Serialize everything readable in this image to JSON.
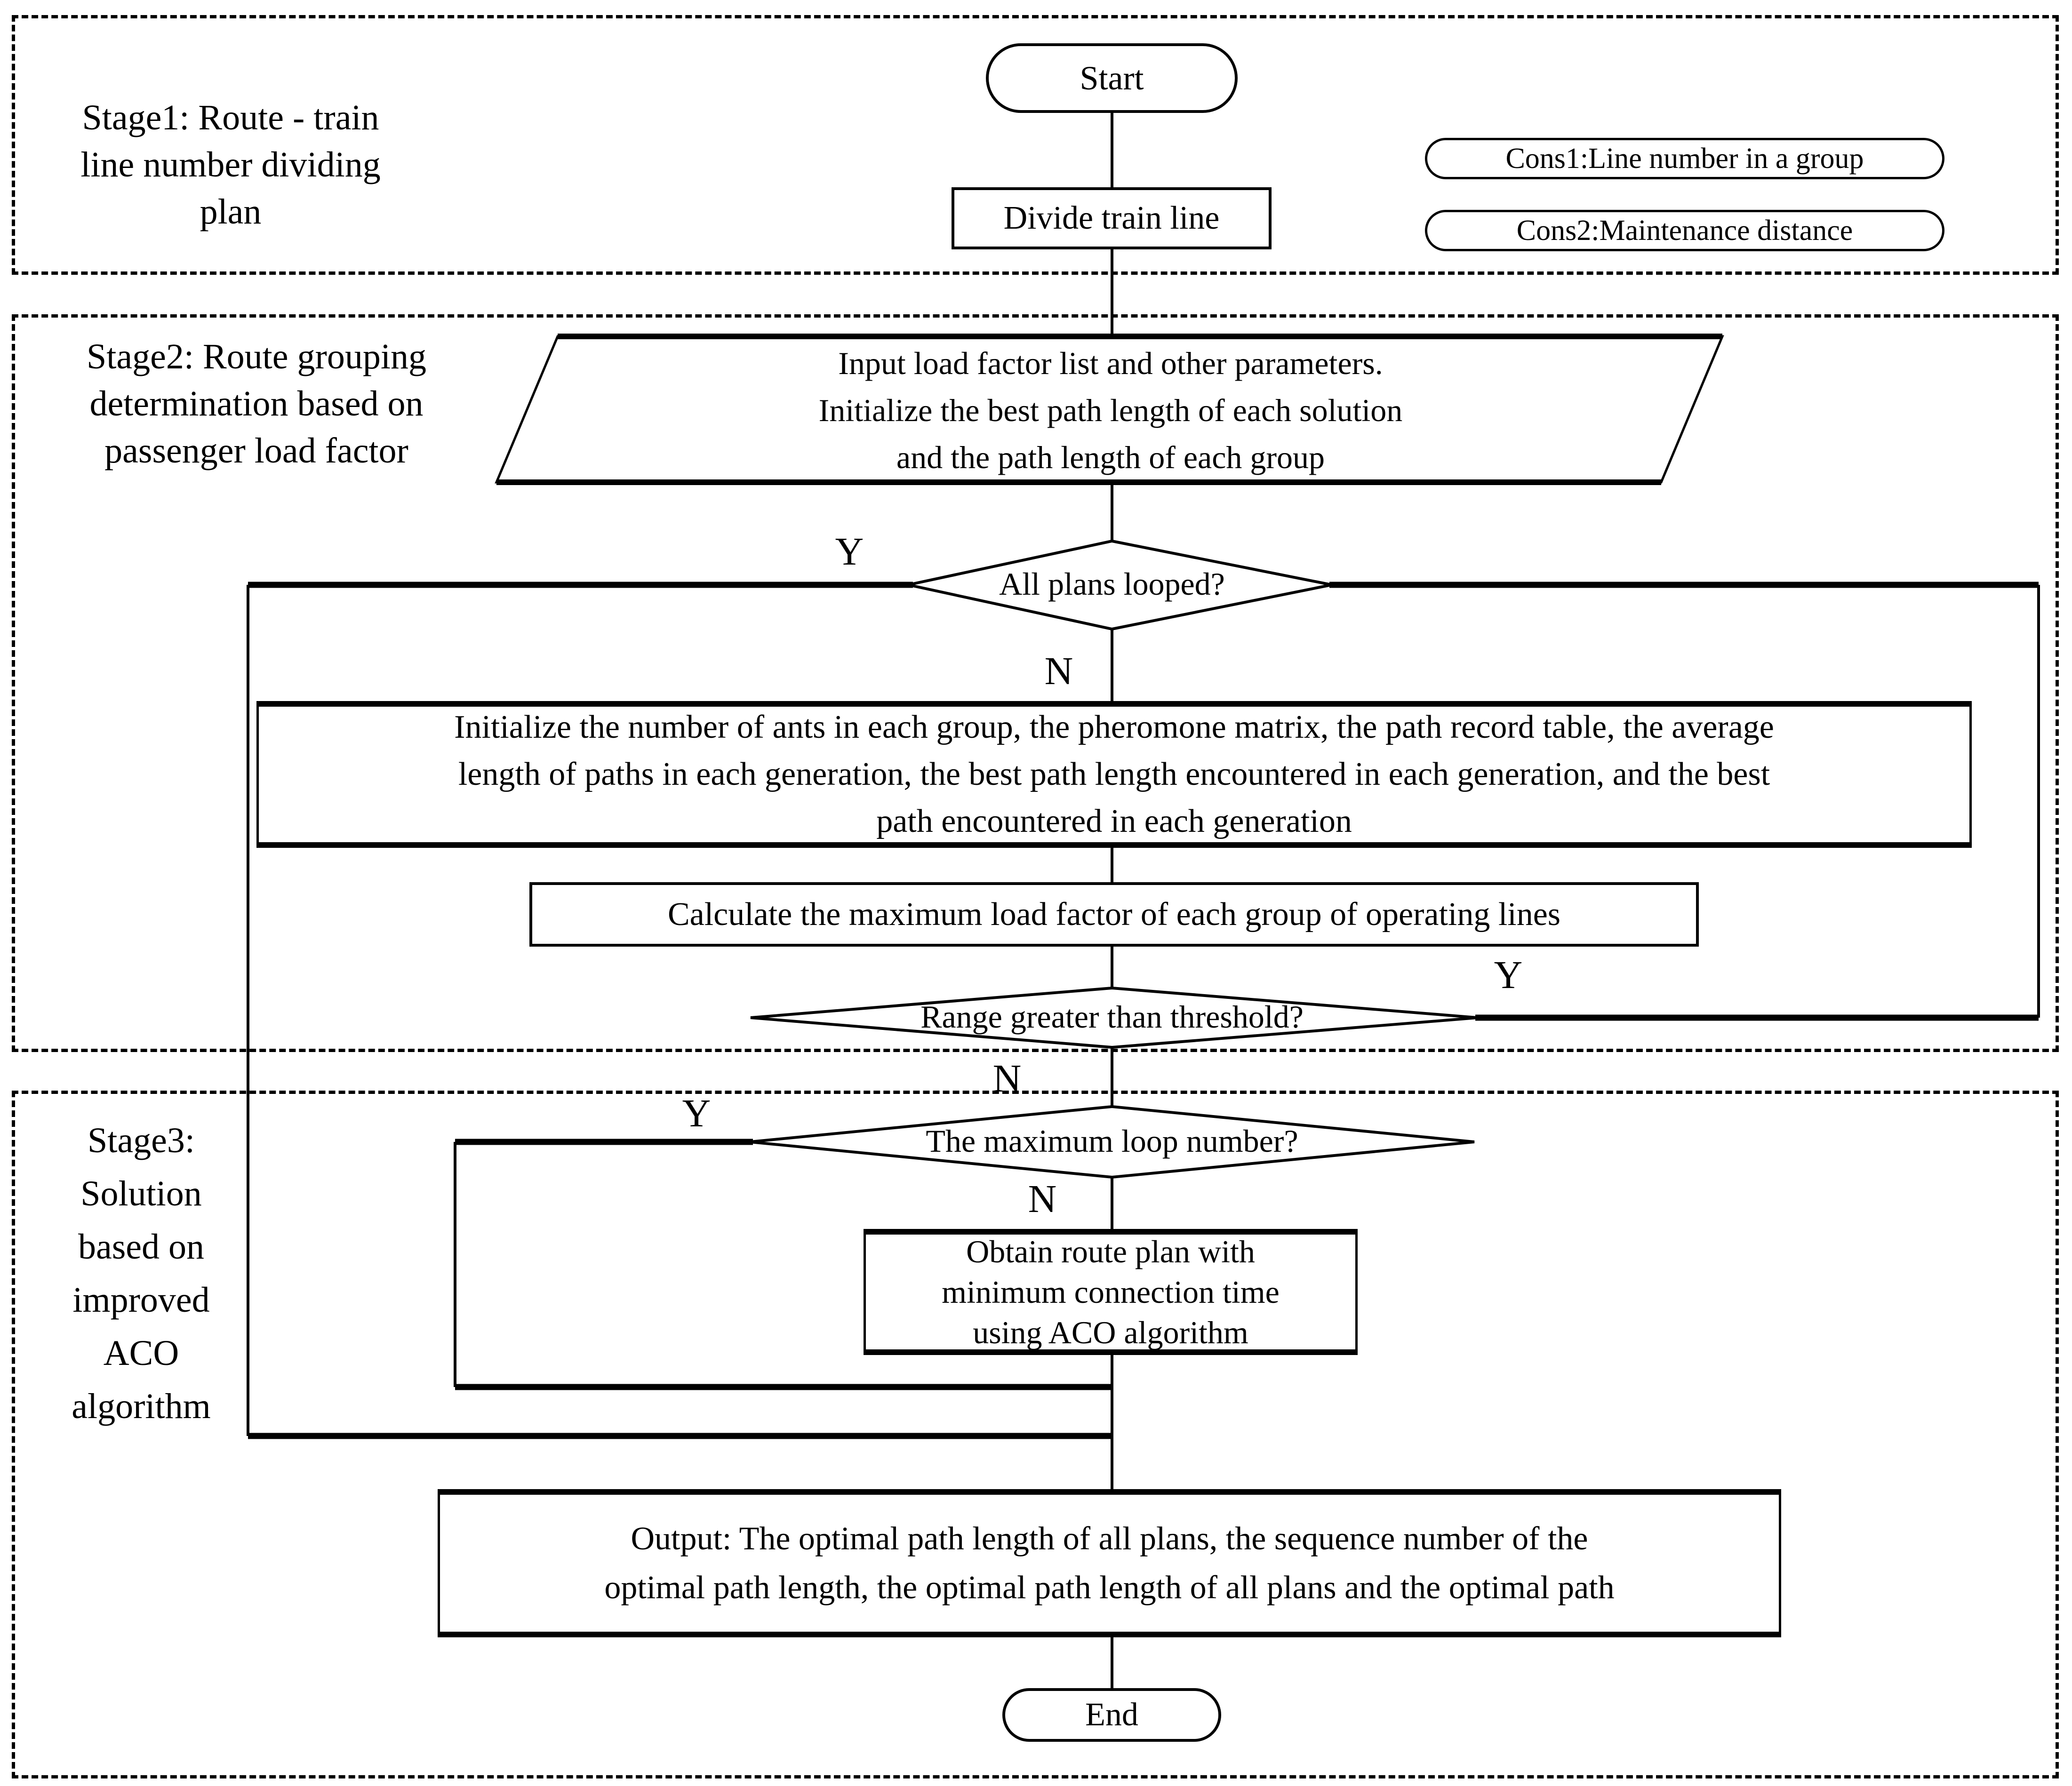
{
  "stages": [
    {
      "id": "stage1",
      "lines": [
        "Stage1: Route - train",
        "line number dividing",
        "plan"
      ]
    },
    {
      "id": "stage2",
      "lines": [
        "Stage2: Route grouping",
        "determination based on",
        "passenger load factor"
      ]
    },
    {
      "id": "stage3",
      "lines": [
        "Stage3:",
        "Solution",
        "based on",
        "improved",
        "ACO",
        "algorithm"
      ]
    }
  ],
  "nodes": {
    "start": "Start",
    "divide": "Divide train line",
    "cons1": "Cons1:Line number in a group",
    "cons2": "Cons2:Maintenance distance",
    "input": {
      "lines": [
        "Input load factor list and other parameters.",
        "Initialize the best path length of each solution",
        "and the path length of each group"
      ]
    },
    "all_plans_looped": "All plans looped?",
    "initialize": {
      "lines": [
        "Initialize the number of ants in each group, the pheromone matrix, the path record table, the average",
        "length of paths in each generation, the best path length encountered in each generation, and the best",
        "path encountered in each generation"
      ]
    },
    "calculate": "Calculate the maximum load factor of each group of operating lines",
    "range": "Range greater than threshold?",
    "max_loop": "The maximum loop number?",
    "obtain": {
      "lines": [
        "Obtain route plan with",
        "minimum connection time",
        "using ACO algorithm"
      ]
    },
    "output": {
      "lines": [
        "Output: The optimal path length of all plans, the sequence number of the",
        "optimal path length, the optimal path length of all plans and the optimal path"
      ]
    },
    "end": "End"
  },
  "branch_labels": {
    "yes": "Y",
    "no": "N"
  },
  "colors": {
    "ink": "#000000",
    "background": "#ffffff"
  }
}
